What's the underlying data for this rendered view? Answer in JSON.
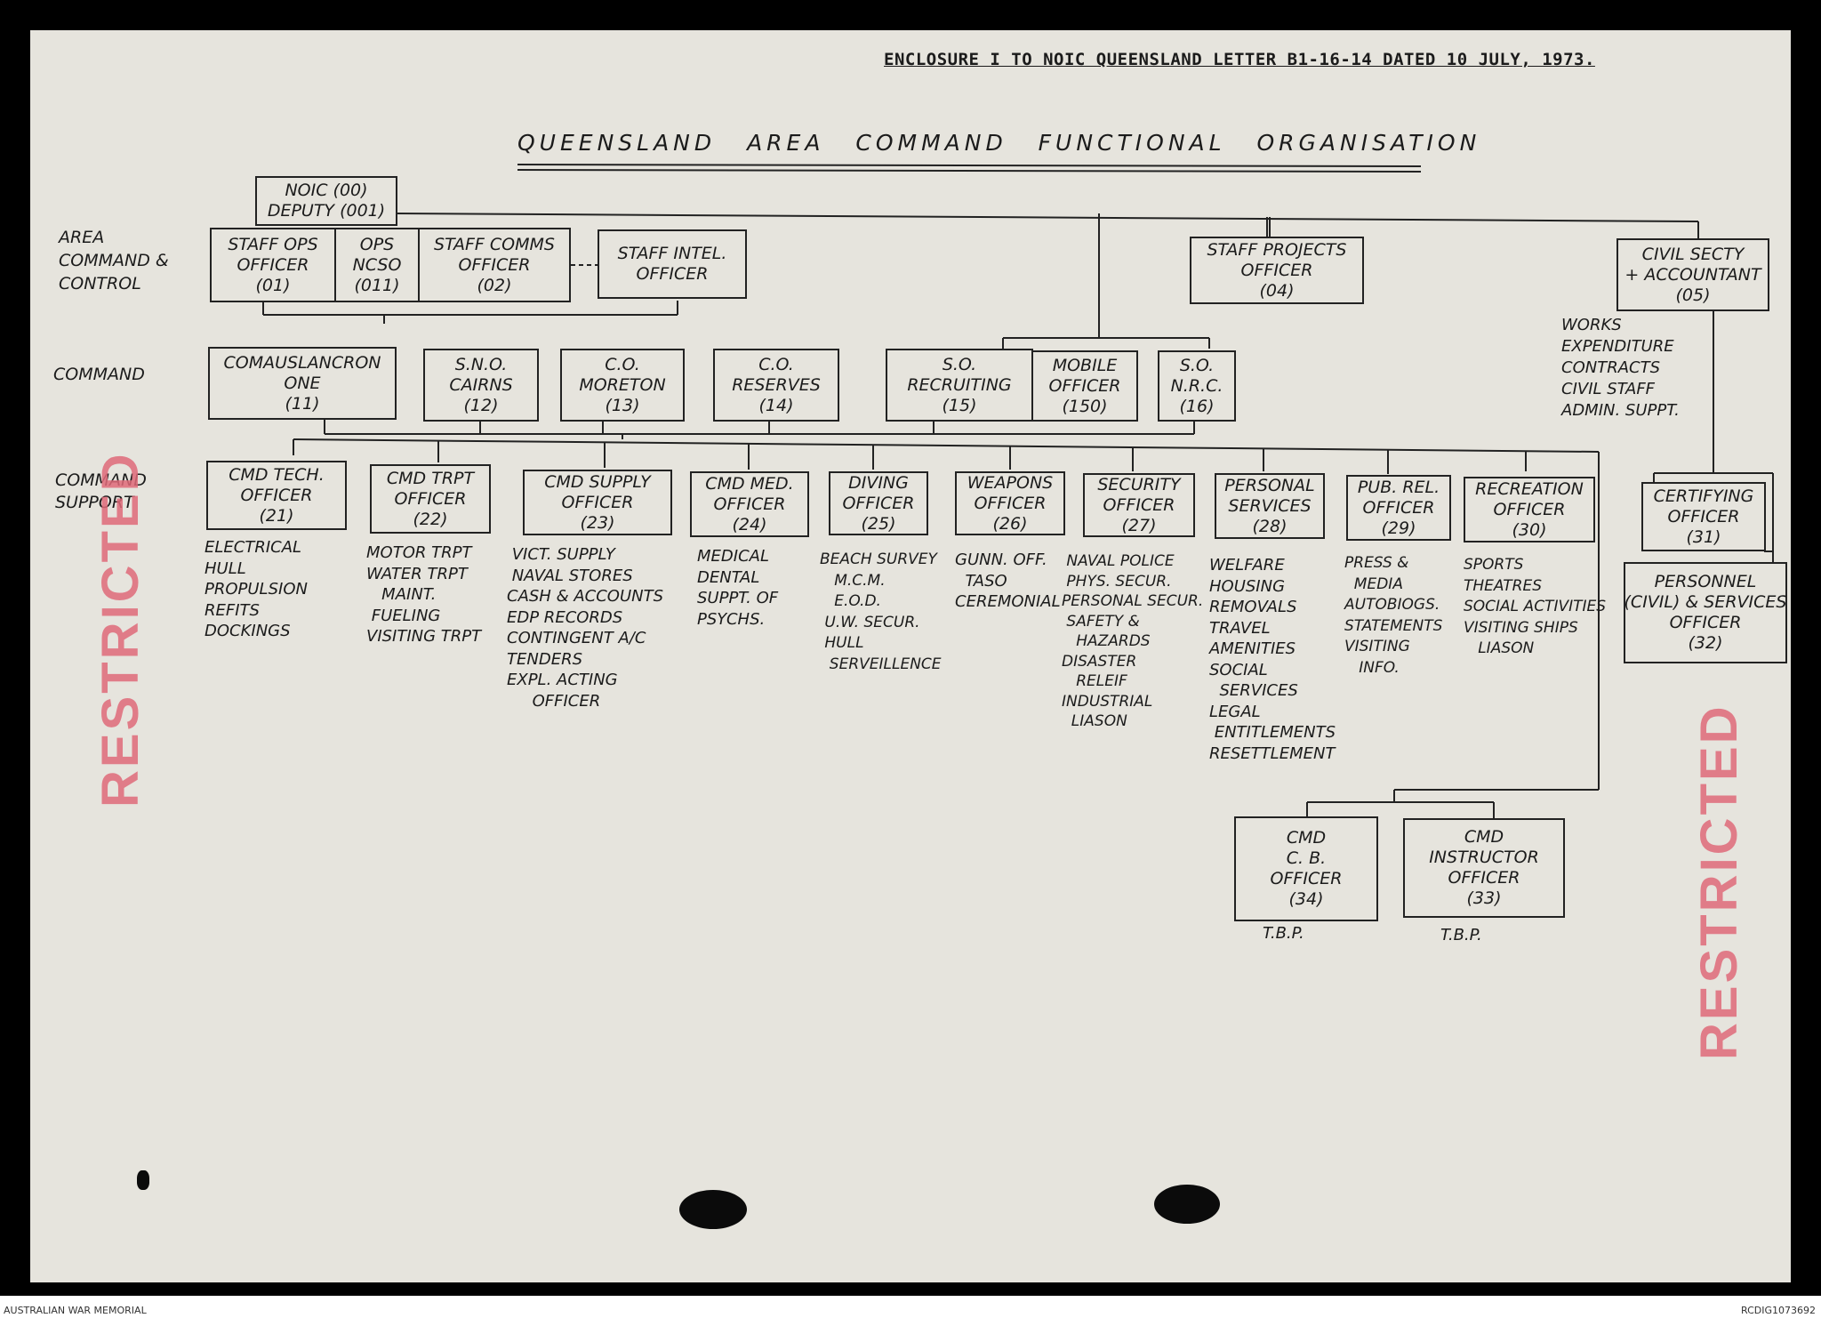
{
  "header": {
    "enclosure": "ENCLOSURE I TO NOIC QUEENSLAND LETTER B1-16-14 DATED 10 JULY, 1973."
  },
  "title": "QUEENSLAND AREA COMMAND FUNCTIONAL ORGANISATION",
  "levels": {
    "area": "AREA\nCOMMAND &\nCONTROL",
    "command": "COMMAND",
    "support": "COMMAND\nSUPPORT"
  },
  "nodes": {
    "noic": "NOIC (00)\nDEPUTY (001)",
    "n01": "STAFF OPS\nOFFICER\n(01)",
    "n011": "OPS\nNCSO\n(011)",
    "n02": "STAFF COMMS\nOFFICER\n(02)",
    "intel": "STAFF INTEL.\nOFFICER",
    "n04": "STAFF PROJECTS\nOFFICER\n(04)",
    "n05": "CIVIL SECTY\n+ ACCOUNTANT\n(05)",
    "n11": "COMAUSLANCRON\nONE\n(11)",
    "n12": "S.N.O.\nCAIRNS\n(12)",
    "n13": "C.O.\nMORETON\n(13)",
    "n14": "C.O.\nRESERVES\n(14)",
    "n15": "S.O.\nRECRUITING\n(15)",
    "n150": "MOBILE\nOFFICER\n(150)",
    "n16": "S.O.\nN.R.C.\n(16)",
    "n21": "CMD TECH.\nOFFICER\n(21)",
    "n22": "CMD TRPT\nOFFICER\n(22)",
    "n23": "CMD SUPPLY\nOFFICER\n(23)",
    "n24": "CMD MED.\nOFFICER\n(24)",
    "n25": "DIVING\nOFFICER\n(25)",
    "n26": "WEAPONS\nOFFICER\n(26)",
    "n27": "SECURITY\nOFFICER\n(27)",
    "n28": "PERSONAL\nSERVICES\n(28)",
    "n29": "PUB. REL.\nOFFICER\n(29)",
    "n30": "RECREATION\nOFFICER\n(30)",
    "n31": "CERTIFYING\nOFFICER\n(31)",
    "n32": "PERSONNEL\n(CIVIL) & SERVICES\nOFFICER\n(32)",
    "n34": "CMD\nC. B.\nOFFICER\n(34)",
    "n33": "CMD\nINSTRUCTOR\nOFFICER\n(33)"
  },
  "duties": {
    "d05": "WORKS\nEXPENDITURE\nCONTRACTS\nCIVIL STAFF\nADMIN. SUPPT.",
    "d21": "ELECTRICAL\nHULL\nPROPULSION\nREFITS\nDOCKINGS",
    "d22": "MOTOR TRPT\nWATER TRPT\n   MAINT.\n FUELING\nVISITING TRPT",
    "d23": " VICT. SUPPLY\n NAVAL STORES\nCASH & ACCOUNTS\nEDP RECORDS\nCONTINGENT A/C\nTENDERS\nEXPL. ACTING\n     OFFICER",
    "d24": "MEDICAL\nDENTAL\nSUPPT. OF\nPSYCHS.",
    "d25": "BEACH SURVEY\n   M.C.M.\n   E.O.D.\n U.W. SECUR.\n HULL\n  SERVEILLENCE",
    "d26": "GUNN. OFF.\n  TASO\nCEREMONIAL",
    "d27": " NAVAL POLICE\n PHYS. SECUR.\nPERSONAL SECUR.\n SAFETY &\n   HAZARDS\nDISASTER\n   RELEIF\nINDUSTRIAL\n  LIASON",
    "d28": "WELFARE\nHOUSING\nREMOVALS\nTRAVEL\nAMENITIES\nSOCIAL\n  SERVICES\nLEGAL\n ENTITLEMENTS\nRESETTLEMENT",
    "d29": "PRESS &\n  MEDIA\nAUTOBIOGS.\nSTATEMENTS\nVISITING\n   INFO.",
    "d30": "SPORTS\nTHEATRES\nSOCIAL ACTIVITIES\nVISITING SHIPS\n   LIASON",
    "d34": "T.B.P.",
    "d33": "T.B.P."
  },
  "stamps": {
    "left": "RESTRICTED",
    "right": "RESTRICTED"
  },
  "footer": {
    "left": "AUSTRALIAN WAR MEMORIAL",
    "right": "RCDIG1073692"
  }
}
